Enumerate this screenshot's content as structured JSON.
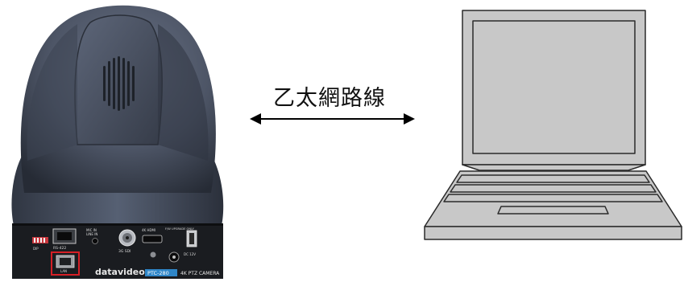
{
  "connection": {
    "label": "乙太網路線",
    "arrow": "double-headed"
  },
  "camera": {
    "brand": "datavideo",
    "model_badge": "PTC-280",
    "product_text": "4K PTZ CAMERA",
    "ports": {
      "dip_switch": "DIP",
      "rs422": "RS-422",
      "mic_in": "MIC IN",
      "line_in": "LINE IN",
      "sdi": "3G SDI",
      "hdmi": "4K HDMI",
      "usb": "F/W UPGRADE ONLY",
      "lan": "LAN",
      "dc": "DC 12V"
    }
  },
  "laptop": {},
  "colors": {
    "camera_body": "#4d5566",
    "camera_dark": "#262b35",
    "rear_panel": "#1a1c20",
    "highlight_red": "#d61f26",
    "badge_blue": "#2f86c8",
    "laptop_fill": "#c8c8c8",
    "outline": "#2a2a2a",
    "arrow": "#000000"
  }
}
